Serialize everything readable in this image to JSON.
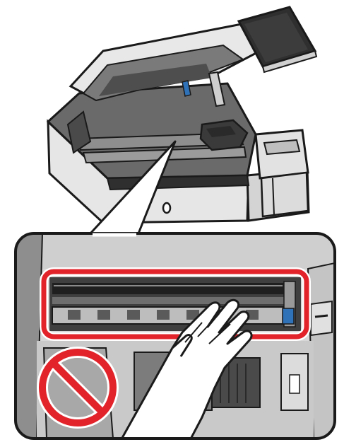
{
  "figure": {
    "kind": "printer-maintenance-illustration",
    "panels": [
      "overview",
      "detail-inset"
    ],
    "text_labels": []
  },
  "icons": {
    "prohibition": "no-touch-icon",
    "highlight": "warning-frame",
    "hand": "hand-icon"
  },
  "colors": {
    "outline": "#1a1a1a",
    "body_light": "#e6e6e6",
    "body_mid": "#cfcfcf",
    "body_dark": "#8c8c8c",
    "interior": "#5f5f5f",
    "interior_dark": "#3a3a3a",
    "panel_dark": "#2f2f2f",
    "accent_blue": "#2f72b8",
    "warning_red": "#e3232a",
    "white": "#ffffff"
  }
}
